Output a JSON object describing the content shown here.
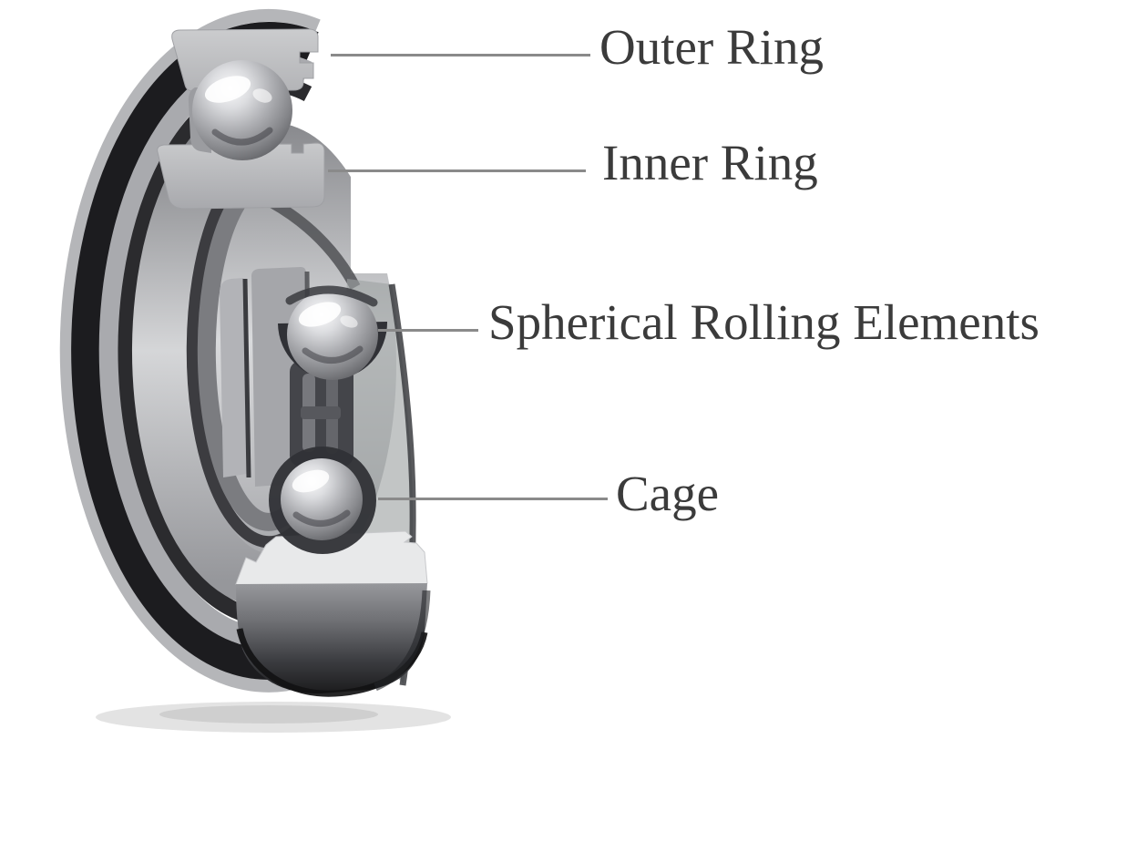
{
  "diagram": {
    "labels": [
      {
        "id": "outer-ring",
        "text": "Outer Ring"
      },
      {
        "id": "inner-ring",
        "text": "Inner Ring"
      },
      {
        "id": "rolling-elements",
        "text": "Spherical Rolling Elements"
      },
      {
        "id": "cage",
        "text": "Cage"
      }
    ],
    "colors": {
      "background": "#ffffff",
      "label_text": "#3b3b3b",
      "leader_line": "#8a8a8a",
      "metal_highlight": "#f2f3f4",
      "metal_light": "#c3c4c7",
      "metal_mid": "#8e8f93",
      "metal_dark": "#1b1b1e"
    }
  }
}
